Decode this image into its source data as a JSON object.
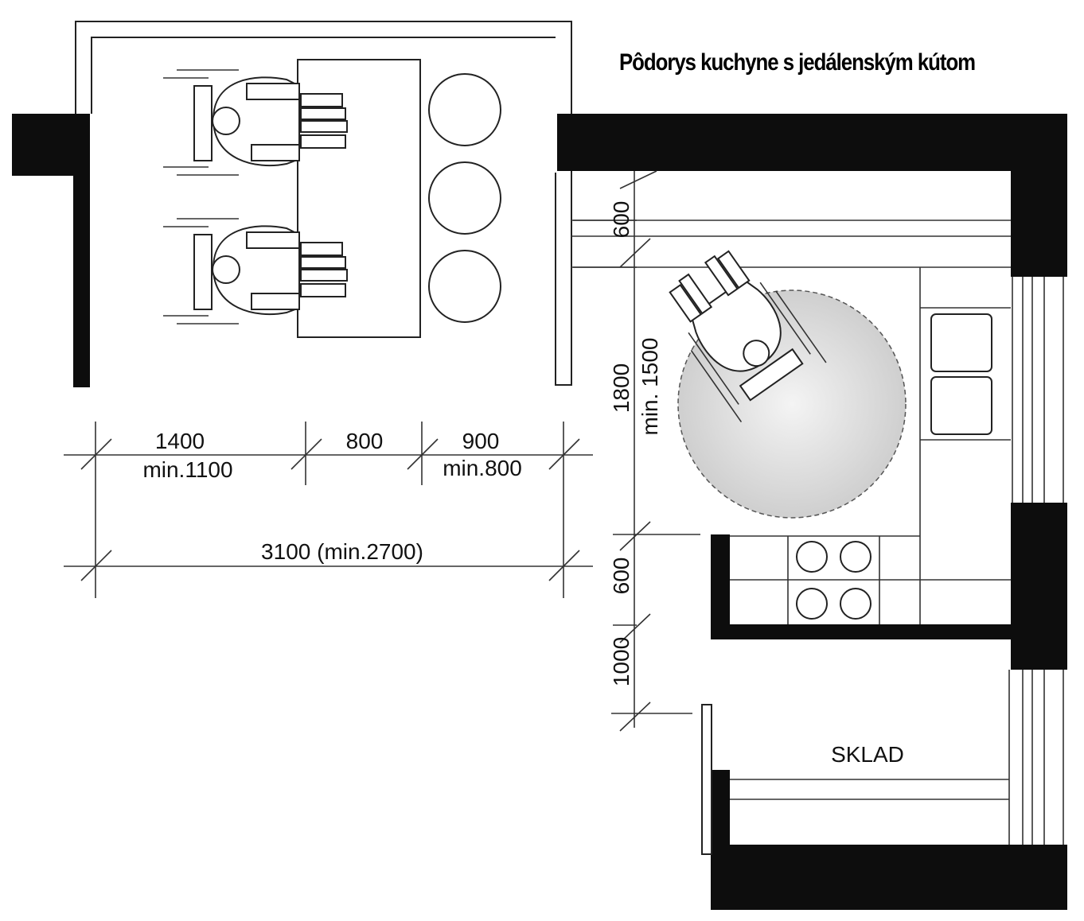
{
  "title": "Pôdorys kuchyne s jedálenským kútom",
  "dimensions": {
    "d1400": "1400",
    "min1100": "min.1100",
    "d800": "800",
    "d900": "900",
    "min800": "min.800",
    "d3100": "3100 (min.2700)",
    "d600a": "600",
    "d1800": "1800",
    "min1500": "min. 1500",
    "d600b": "600",
    "d1000": "1000"
  },
  "labels": {
    "storage": "SKLAD"
  },
  "colors": {
    "wall": "#0d0d0d",
    "line": "#222222",
    "turning_circle": "#dcdcdc"
  }
}
